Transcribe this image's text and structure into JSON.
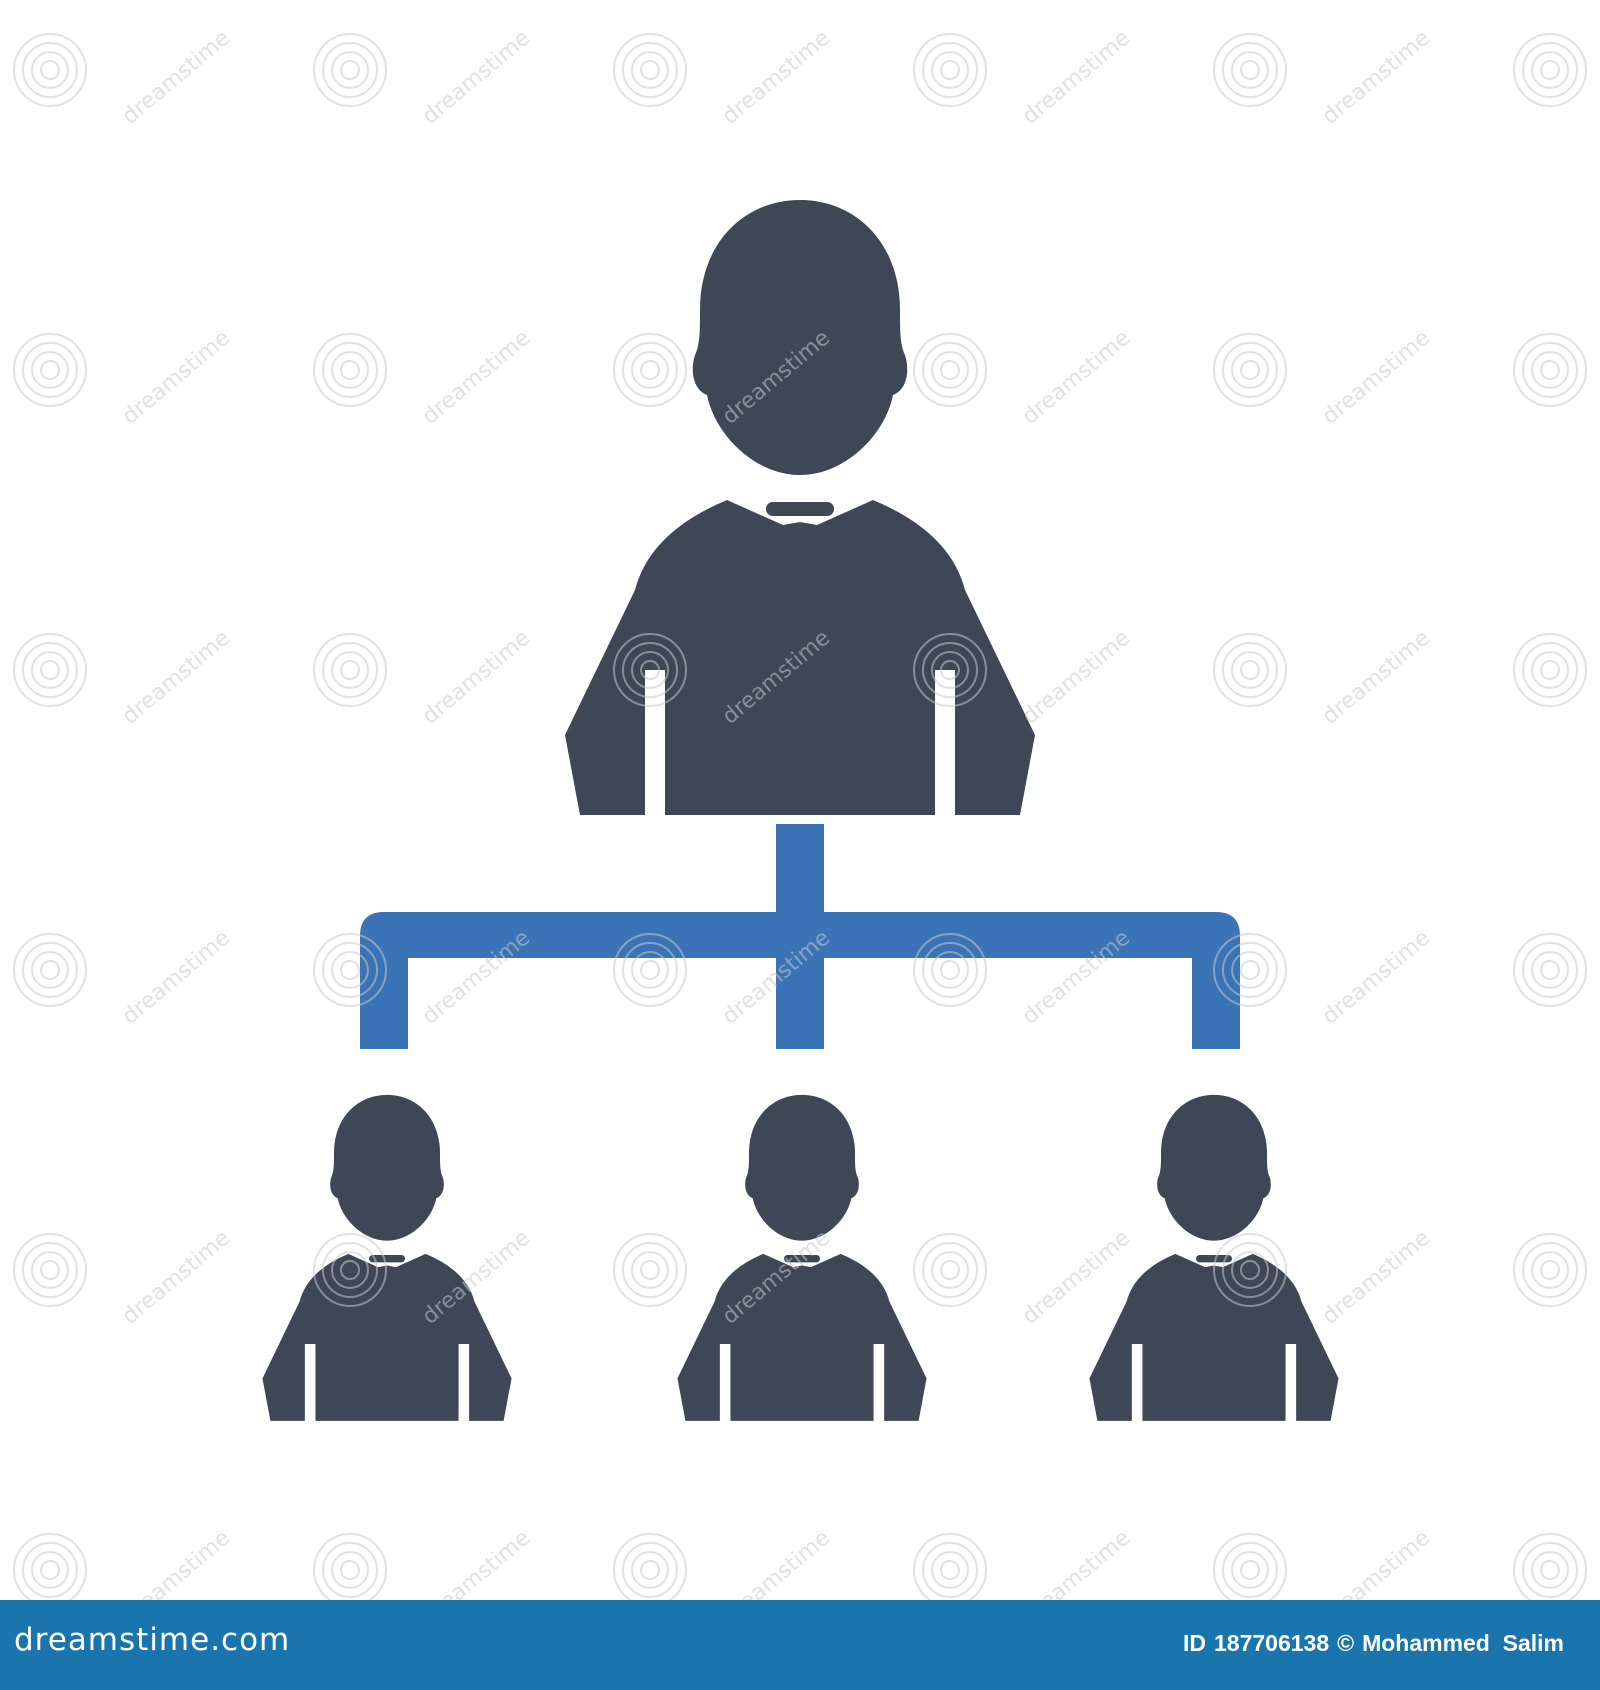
{
  "colors": {
    "background": "#ffffff",
    "person": "#3e4756",
    "connector": "#3a74b6",
    "footer": "#1b75ad",
    "footer_text": "#ffffff",
    "watermark": "#c8c8c8"
  },
  "icons": {
    "root": "person-icon",
    "children": [
      "person-icon",
      "person-icon",
      "person-icon"
    ],
    "connector": "org-chart-connector"
  },
  "footer": {
    "logo": "dreamstime.com",
    "id_label": "ID",
    "id_number": "187706138",
    "copyright_symbol": "©",
    "author": "Mohammed  Salim"
  },
  "watermark": {
    "text": "dreamstime"
  }
}
